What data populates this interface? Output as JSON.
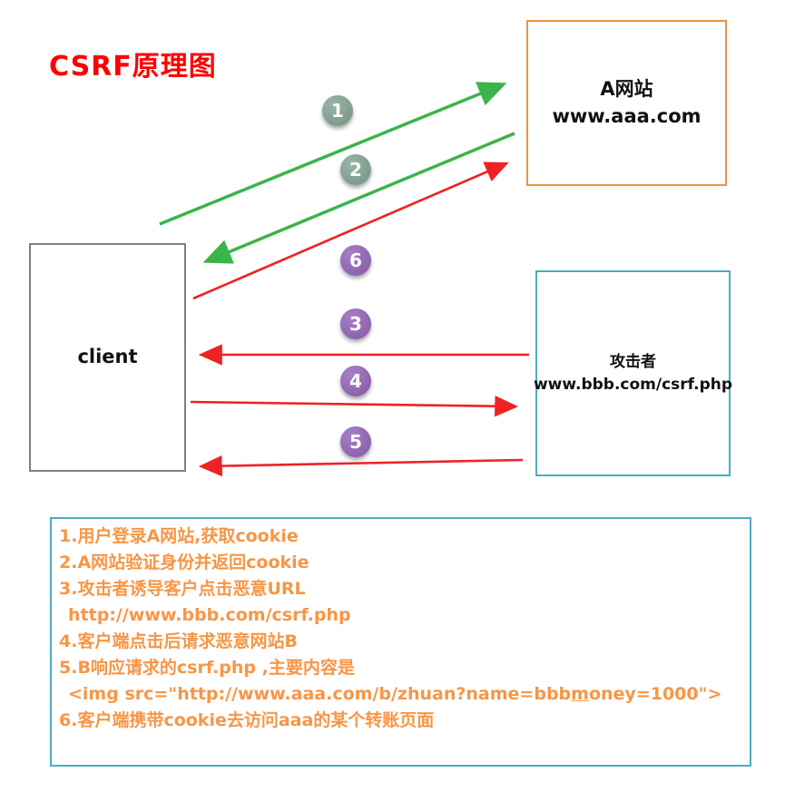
{
  "title": "CSRF原理图",
  "nodes": {
    "site_a": {
      "line1": "A网站",
      "line2": "www.aaa.com"
    },
    "client": {
      "label": "client"
    },
    "attacker": {
      "line1": "攻击者",
      "line2": "www.bbb.com/csrf.php"
    }
  },
  "badges": {
    "b1": "1",
    "b2": "2",
    "b3": "3",
    "b4": "4",
    "b5": "5",
    "b6": "6"
  },
  "notes": {
    "line1": "1.用户登录A网站,获取cookie",
    "line2": "2.A网站验证身份并返回cookie",
    "line3": "3.攻击者诱导客户点击恶意URL",
    "line4": "http://www.bbb.com/csrf.php",
    "line5": "4.客户端点击后请求恶意网站B",
    "line6": "5.B响应请求的csrf.php ,主要内容是",
    "line7_pre": "<img src=\"http://www.aaa.com/b/zhuan?name=bbb",
    "line7_u": "m",
    "line7_post": "oney=1000\">",
    "line8": "6.客户端携带cookie去访问aaa的某个转账页面"
  },
  "colors": {
    "title": "#fe0000",
    "arrow_green": "#3bb44a",
    "arrow_red": "#ee2224",
    "badge_green": "#7d9c8d",
    "badge_purple": "#8e63ae",
    "site_a_border": "#e8953f",
    "client_border": "#7f7f7f",
    "attacker_border": "#4bacc6",
    "notes_border": "#4bacc6",
    "notes_text": "#f79646"
  }
}
